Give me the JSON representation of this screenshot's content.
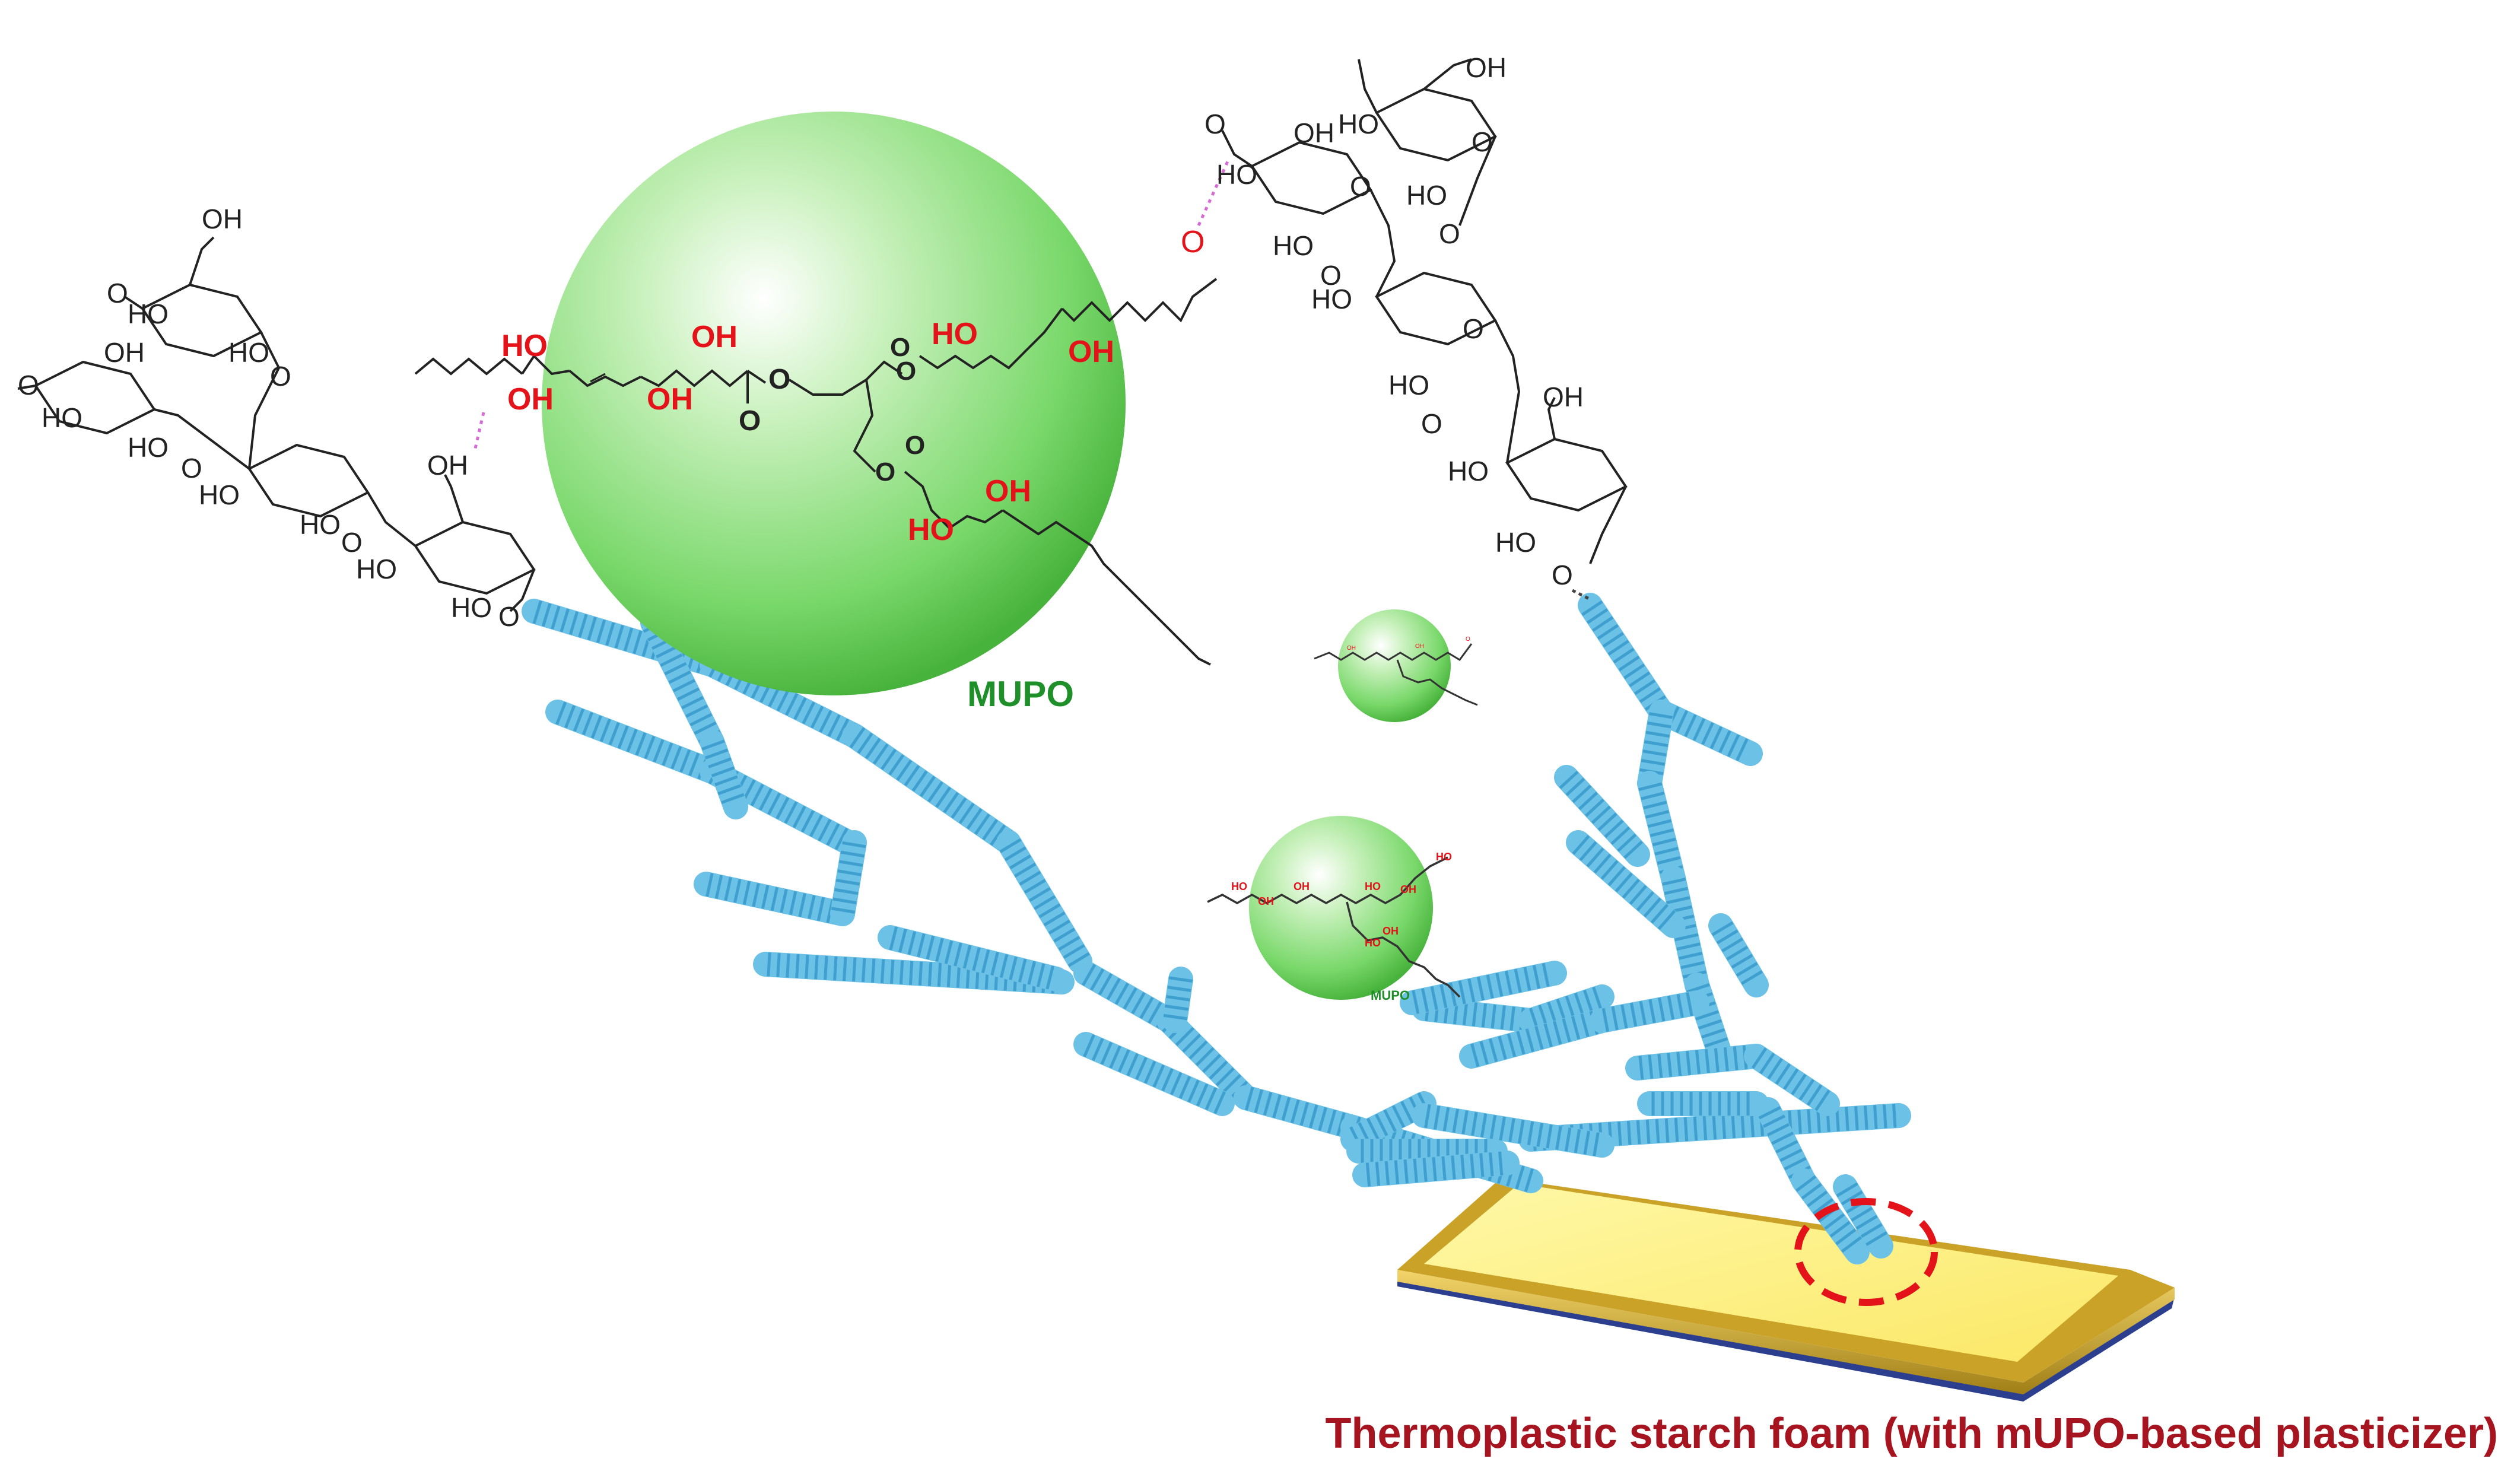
{
  "labels": {
    "mupo": "MUPO",
    "caption": "Thermoplastic starch foam (with mUPO-based plasticizer)"
  },
  "chem_text": {
    "oh": "OH",
    "ho": "HO",
    "o": "O"
  },
  "colors": {
    "sphere_green": "#79d86a",
    "chain_blue": "#6cc1e6",
    "hydroxyl_red": "#e4131a",
    "caption_red": "#a5141f",
    "mupo_green": "#1f8f2a",
    "board_yellow": "#fff38a",
    "board_gold": "#c9a227",
    "board_blue": "#2c3f8f",
    "bond_black": "#222222",
    "hbond_pink": "#d76bd6"
  }
}
